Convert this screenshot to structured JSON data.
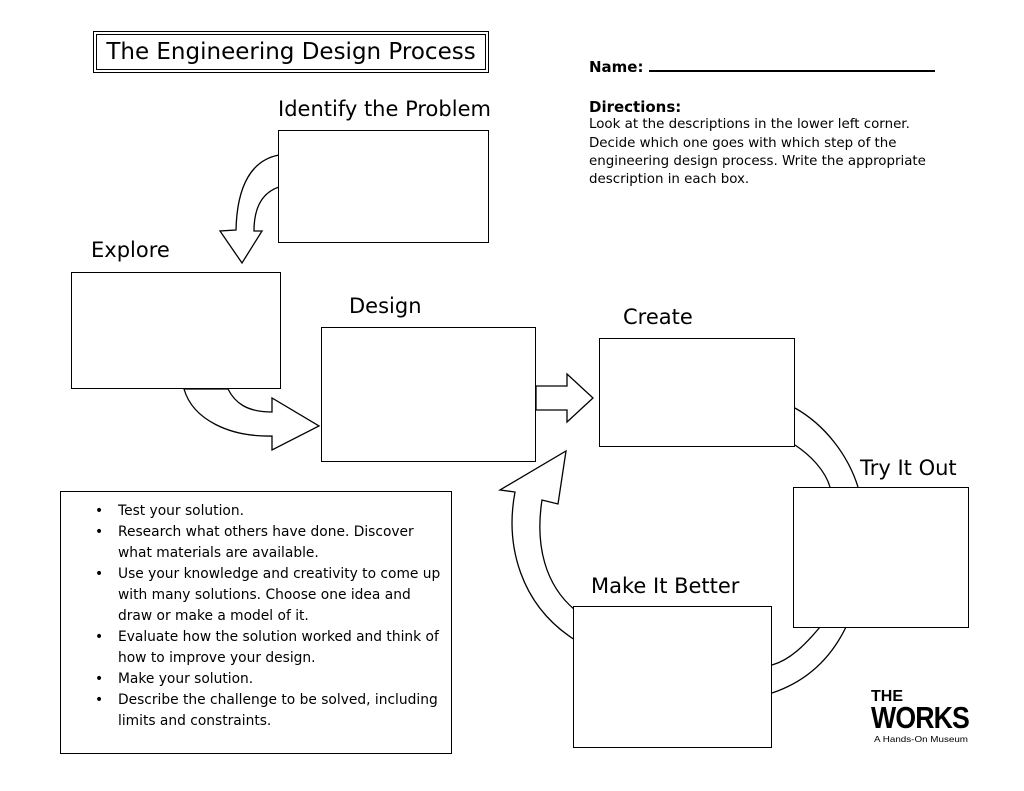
{
  "title": "The Engineering Design Process",
  "name_label": "Name:",
  "directions": {
    "heading": "Directions:",
    "lines": [
      "Look at the descriptions in the lower left corner.",
      "Decide which one goes with which step of the",
      "engineering design process.  Write the appropriate",
      "description in each box."
    ]
  },
  "steps": {
    "identify": "Identify the Problem",
    "explore": "Explore",
    "design": "Design",
    "create": "Create",
    "try_it_out": "Try It Out",
    "make_it_better": "Make It Better"
  },
  "descriptions": [
    "Test your solution.",
    "Research what others have done.  Discover what materials are available.",
    "Use your knowledge and creativity to come up with many solutions.  Choose one idea and draw or make a model of it.",
    "Evaluate how the solution worked and think of how to improve your design.",
    "Make your solution.",
    "Describe the challenge to be solved, including limits and constraints."
  ],
  "logo": {
    "line1": "THE",
    "line2": "WORKS",
    "tagline": "A Hands-On Museum"
  }
}
